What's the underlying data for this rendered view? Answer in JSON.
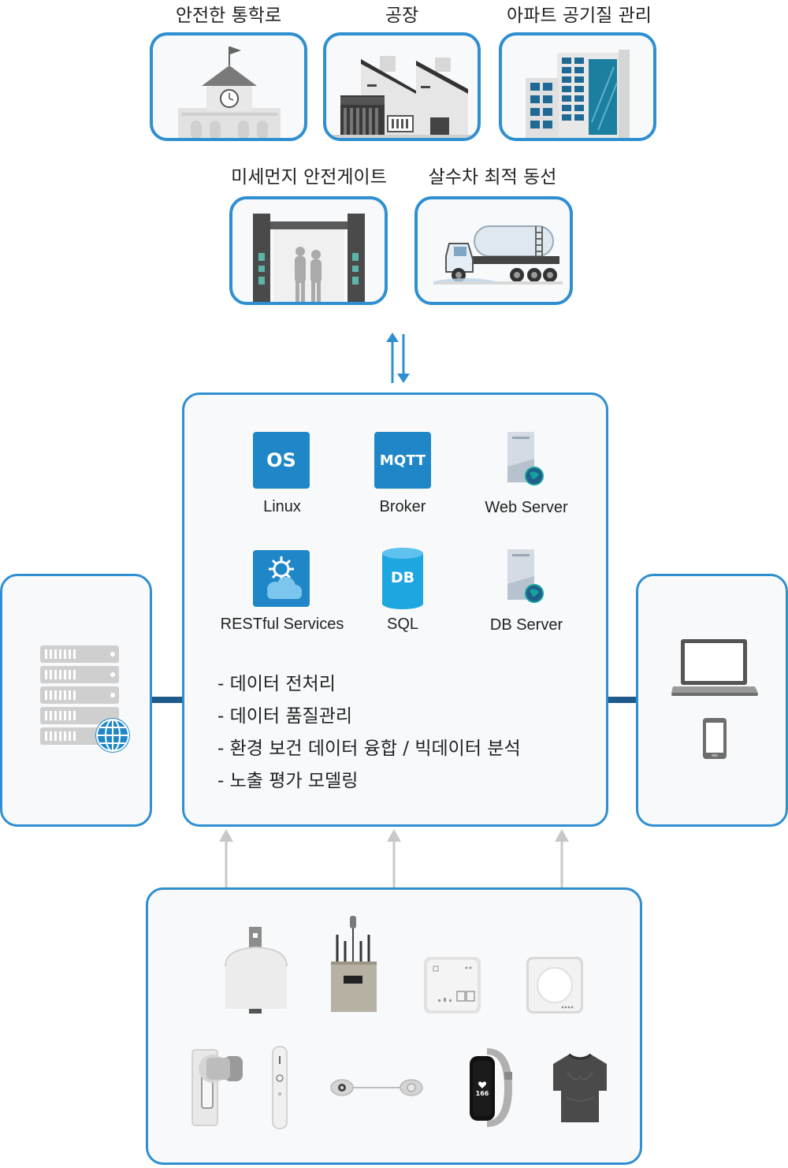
{
  "top_row": {
    "school_label": "안전한 통학로",
    "factory_label": "공장",
    "apartment_label": "아파트 공기질 관리"
  },
  "second_row": {
    "gate_label": "미세먼지 안전게이트",
    "truck_label": "살수차 최적 동선"
  },
  "platform": {
    "services": [
      {
        "tile": "OS",
        "label": "Linux"
      },
      {
        "tile": "MQTT",
        "label": "Broker"
      },
      {
        "tile": "",
        "label": "Web Server"
      },
      {
        "tile": "",
        "label": "RESTful Services"
      },
      {
        "tile": "DB",
        "label": "SQL"
      },
      {
        "tile": "",
        "label": "DB Server"
      }
    ],
    "bullets": [
      "- 데이터 전처리",
      "- 데이터 품질관리",
      "- 환경 보건 데이터 융합 / 빅데이터 분석",
      "- 노출 평가 모델링"
    ]
  },
  "devices": {
    "watch_reading": "166"
  },
  "colors": {
    "border_blue": "#2f8fd0",
    "tile_blue": "#1f87c8",
    "db_cyan": "#1ea6e0",
    "connector": "#1e5a8a",
    "arrow_gray": "#c8c8c8"
  }
}
